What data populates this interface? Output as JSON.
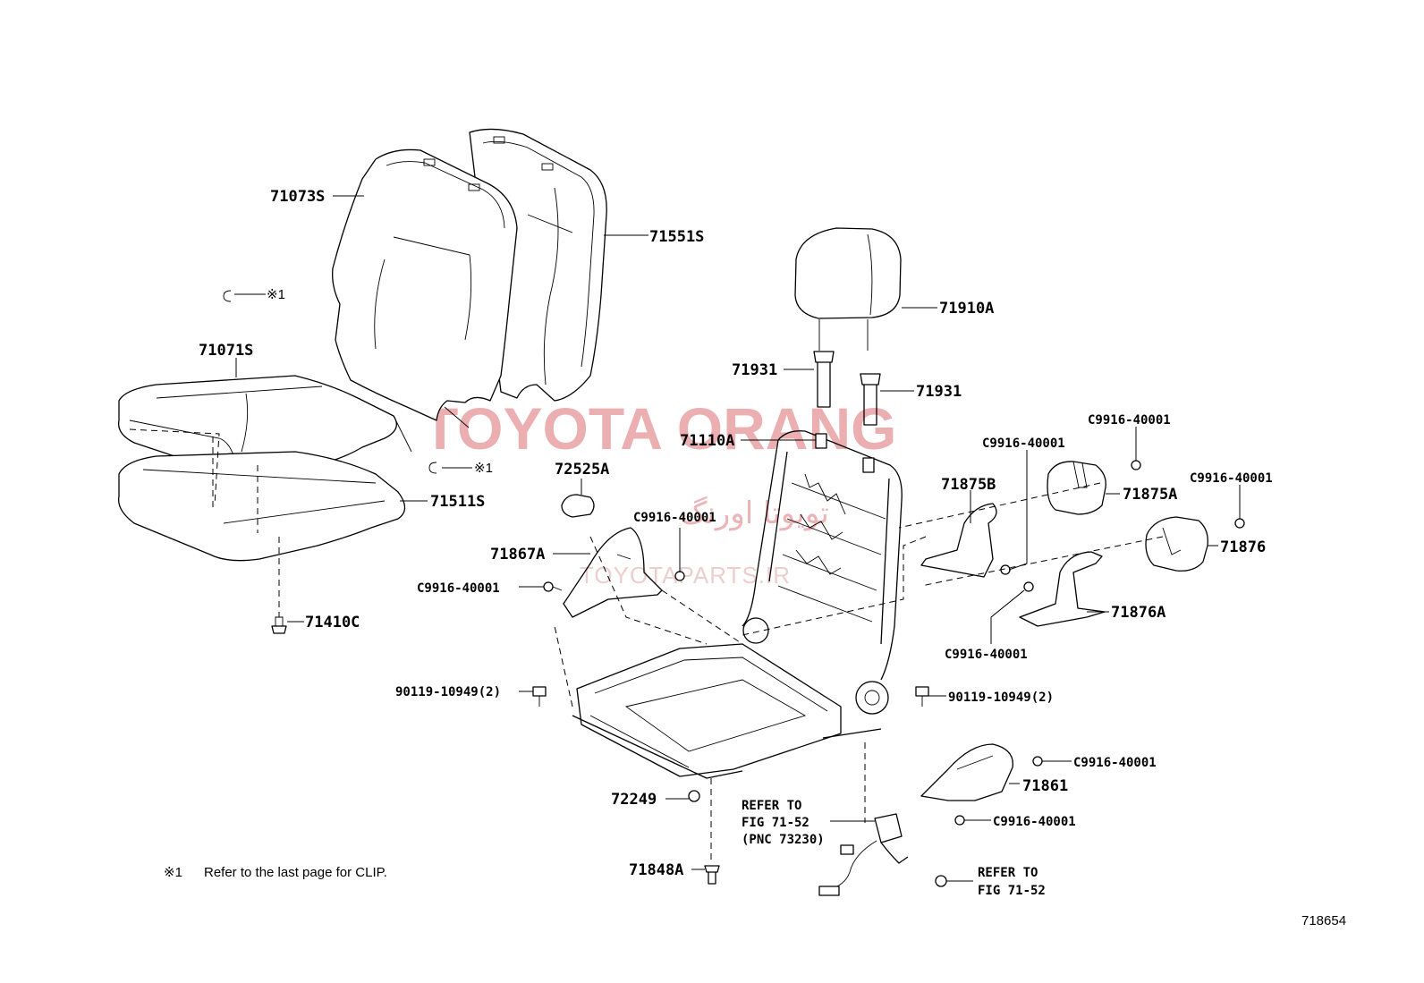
{
  "labels": {
    "p71073S": "71073S",
    "p71551S": "71551S",
    "p71071S": "71071S",
    "p71511S": "71511S",
    "p71410C": "71410C",
    "p71910A": "71910A",
    "p71931_a": "71931",
    "p71931_b": "71931",
    "p71110A": "71110A",
    "p72525A": "72525A",
    "p71867A": "71867A",
    "c9916_a": "C9916-40001",
    "c9916_b": "C9916-40001",
    "c9916_c": "C9916-40001",
    "c9916_d": "C9916-40001",
    "c9916_e": "C9916-40001",
    "c9916_f": "C9916-40001",
    "c9916_g": "C9916-40001",
    "c9916_h": "C9916-40001",
    "p71875B": "71875B",
    "p71875A": "71875A",
    "p71876": "71876",
    "p71876A": "71876A",
    "bolt_a": "90119-10949(2)",
    "bolt_b": "90119-10949(2)",
    "p72249": "72249",
    "p71848A": "71848A",
    "p71861": "71861",
    "refer1_l1": "REFER TO",
    "refer1_l2": "FIG 71-52",
    "refer1_l3": "(PNC 73230)",
    "refer2_l1": "REFER TO",
    "refer2_l2": "FIG 71-52",
    "clip_mark_a": "※1",
    "clip_mark_b": "※1"
  },
  "footnote": {
    "mark": "※1",
    "text": "Refer to the last page for CLIP."
  },
  "diagram_id": "718654",
  "watermark": {
    "main": "TOYOTA ORANG",
    "arabic": "تویوتا اورنگ",
    "sub": "TOYOTAPARTS.IR",
    "color": "#e8a2a4"
  }
}
